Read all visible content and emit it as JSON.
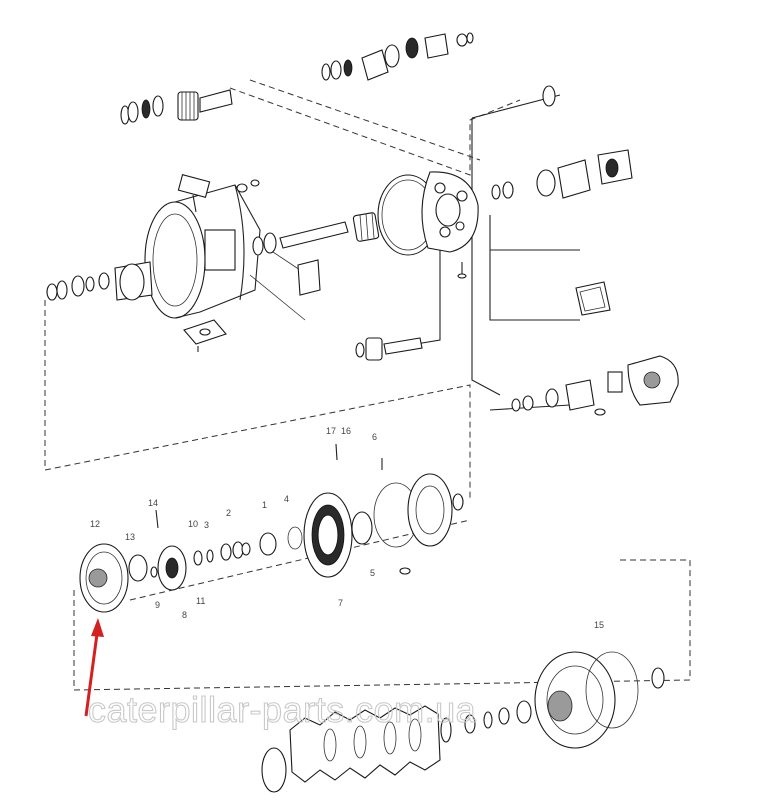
{
  "watermark": "caterpillar-parts.com.ua",
  "callouts": [
    "1",
    "2",
    "3",
    "4",
    "5",
    "6",
    "7",
    "8",
    "9",
    "10",
    "11",
    "12",
    "13",
    "14",
    "15",
    "16",
    "17"
  ],
  "arrow_color": "#d42020"
}
